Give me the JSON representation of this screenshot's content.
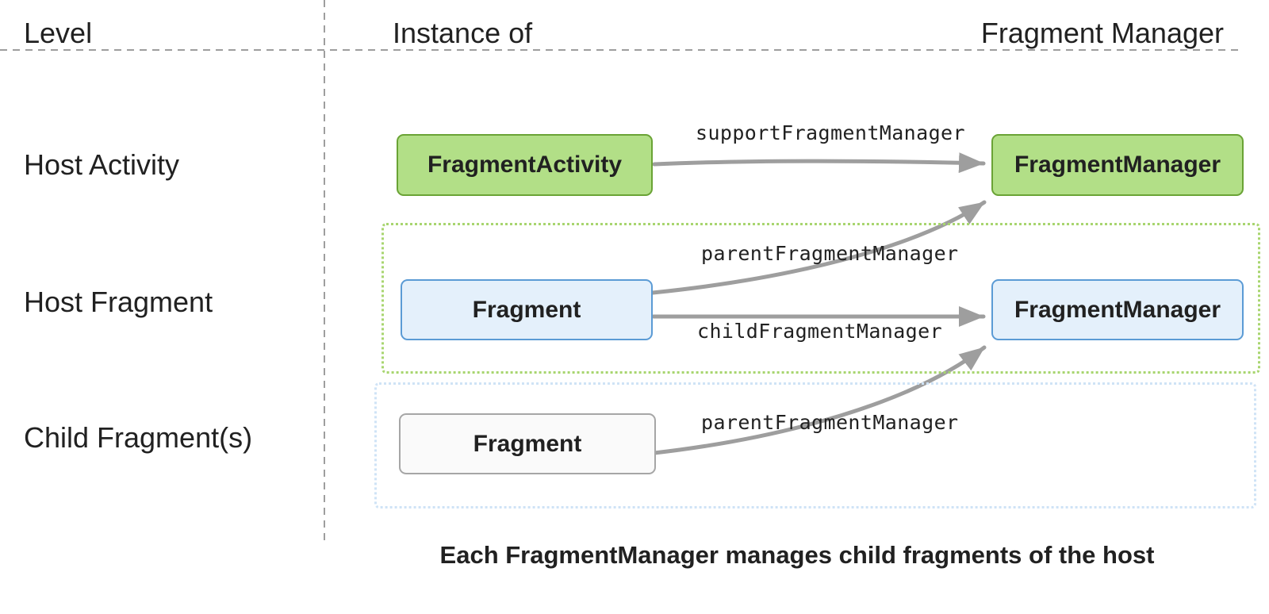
{
  "header": {
    "level": "Level",
    "instance_of": "Instance of",
    "fragment_manager": "Fragment Manager"
  },
  "levels": [
    {
      "label": "Host Activity"
    },
    {
      "label": "Host Fragment"
    },
    {
      "label": "Child Fragment(s)"
    }
  ],
  "nodes": {
    "fragment_activity": {
      "label": "FragmentActivity"
    },
    "host_fragment_manager": {
      "label": "FragmentManager"
    },
    "host_fragment": {
      "label": "Fragment"
    },
    "child_fragment_manager": {
      "label": "FragmentManager"
    },
    "child_fragment": {
      "label": "Fragment"
    }
  },
  "edges": {
    "support_fragment_manager": {
      "label": "supportFragmentManager"
    },
    "parent_fragment_manager_host": {
      "label": "parentFragmentManager"
    },
    "child_fragment_manager": {
      "label": "childFragmentManager"
    },
    "parent_fragment_manager_child": {
      "label": "parentFragmentManager"
    }
  },
  "caption": "Each FragmentManager manages child fragments of the host",
  "colors": {
    "text": "#212121",
    "arrow": "#9e9e9e",
    "divider": "#9e9e9e",
    "green_fill": "#b2df87",
    "green_border": "#6aa335",
    "blue_fill": "#e4f0fb",
    "blue_border": "#5b9bd5",
    "neutral_fill": "#fafafa",
    "neutral_border": "#a6a6a6",
    "green_dotted": "#a8d56f",
    "blue_dotted": "#cfe3f6"
  }
}
